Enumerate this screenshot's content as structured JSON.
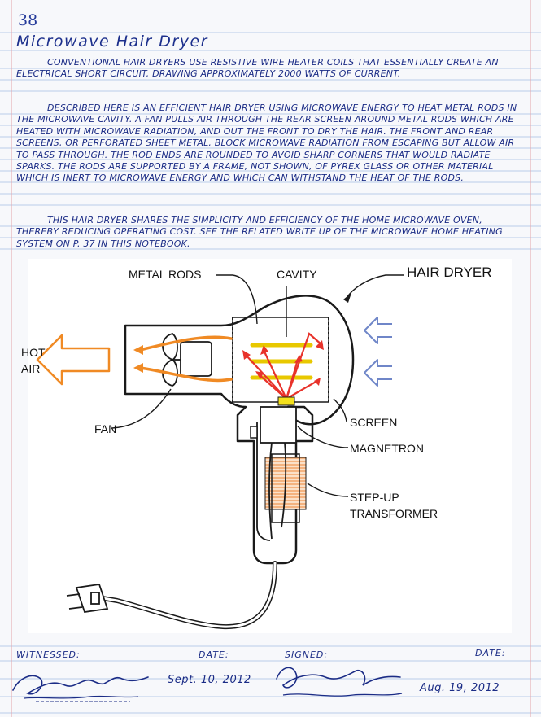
{
  "page_number": "38",
  "title": "Microwave Hair Dryer",
  "paragraphs": [
    "Conventional hair dryers use resistive wire heater coils that essentially create an electrical short circuit, drawing approximately 2000 watts of current.",
    "Described here is an efficient hair dryer using microwave energy to heat metal rods in the microwave cavity. A fan pulls air through the rear screen around metal rods which are heated with microwave radiation, and out the front to dry the hair. The front and rear screens, or perforated sheet metal, block microwave radiation from escaping but allow air to pass through. The rod ends are rounded to avoid sharp corners that would radiate sparks. The rods are supported by a frame, not shown, of Pyrex glass or other material which is inert to microwave energy and which can withstand the heat of the rods.",
    "This hair dryer shares the simplicity and efficiency of the home microwave oven, thereby reducing operating cost. See the related write up of the Microwave Home Heating System on p. 37 in this notebook."
  ],
  "figure": {
    "labels": {
      "metal_rods": "METAL RODS",
      "cavity": "CAVITY",
      "hair_dryer": "HAIR DRYER",
      "hot": "HOT",
      "air": "AIR",
      "fan": "FAN",
      "screen": "SCREEN",
      "magnetron": "MAGNETRON",
      "step_up": "STEP-UP",
      "transformer": "TRANSFORMER"
    },
    "colors": {
      "outline": "#1a1a1a",
      "hot_air": "#f08a24",
      "rods": "#f5e11c",
      "microwaves": "#e8322a",
      "intake_air": "#6f86c8",
      "coil": "#f2a468"
    }
  },
  "footer": {
    "witnessed_label": "Witnessed:",
    "date_label_1": "Date:",
    "signed_label": "Signed:",
    "date_label_2": "Date:",
    "witness_date": "Sept. 10, 2012",
    "signed_date": "Aug. 19, 2012"
  },
  "colors": {
    "ink": "#1b2c86",
    "rule_lines": "#b9cdea",
    "margin_line": "#e3a3a8"
  }
}
